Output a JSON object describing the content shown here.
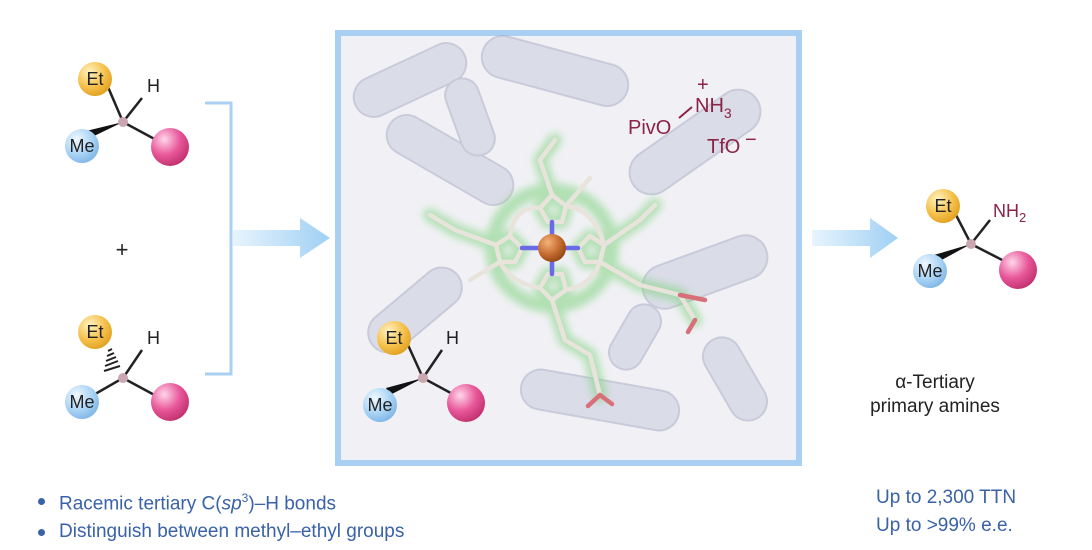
{
  "colors": {
    "ethyl_ball": "#f5c04a",
    "methyl_ball": "#a9d3f5",
    "pink_ball": "#e8589a",
    "stereocenter": "#c9a6b0",
    "accent_blue": "#3a62a8",
    "frame_blue": "#a9d0f2",
    "arrow_blue": "#bfe0f8",
    "reagent_red": "#8a2346",
    "iron": "#c46a2f",
    "nitrogen": "#6a6ae6",
    "glow_green": "#7fd37f"
  },
  "substrate_top": {
    "et": "Et",
    "me": "Me",
    "h": "H"
  },
  "plus": "+",
  "substrate_bottom": {
    "et": "Et",
    "me": "Me",
    "h": "H"
  },
  "enzyme": {
    "reagent": {
      "charge": "+",
      "nh3": "NH",
      "nh3_sub": "3",
      "pivo": "PivO",
      "tfo": "TfO",
      "tfo_charge": "−"
    },
    "bound_substrate": {
      "et": "Et",
      "me": "Me",
      "h": "H"
    }
  },
  "product": {
    "et": "Et",
    "me": "Me",
    "nh2": "NH",
    "nh2_sub": "2",
    "caption_line1": "α-Tertiary",
    "caption_line2": "primary amines"
  },
  "bullets": [
    {
      "pre": "Racemic tertiary C(",
      "italic": "sp",
      "sup": "3",
      "post": ")–H bonds"
    },
    {
      "text": "Distinguish between methyl–ethyl groups"
    }
  ],
  "metrics": [
    "Up to 2,300 TTN",
    "Up to >99% e.e."
  ]
}
